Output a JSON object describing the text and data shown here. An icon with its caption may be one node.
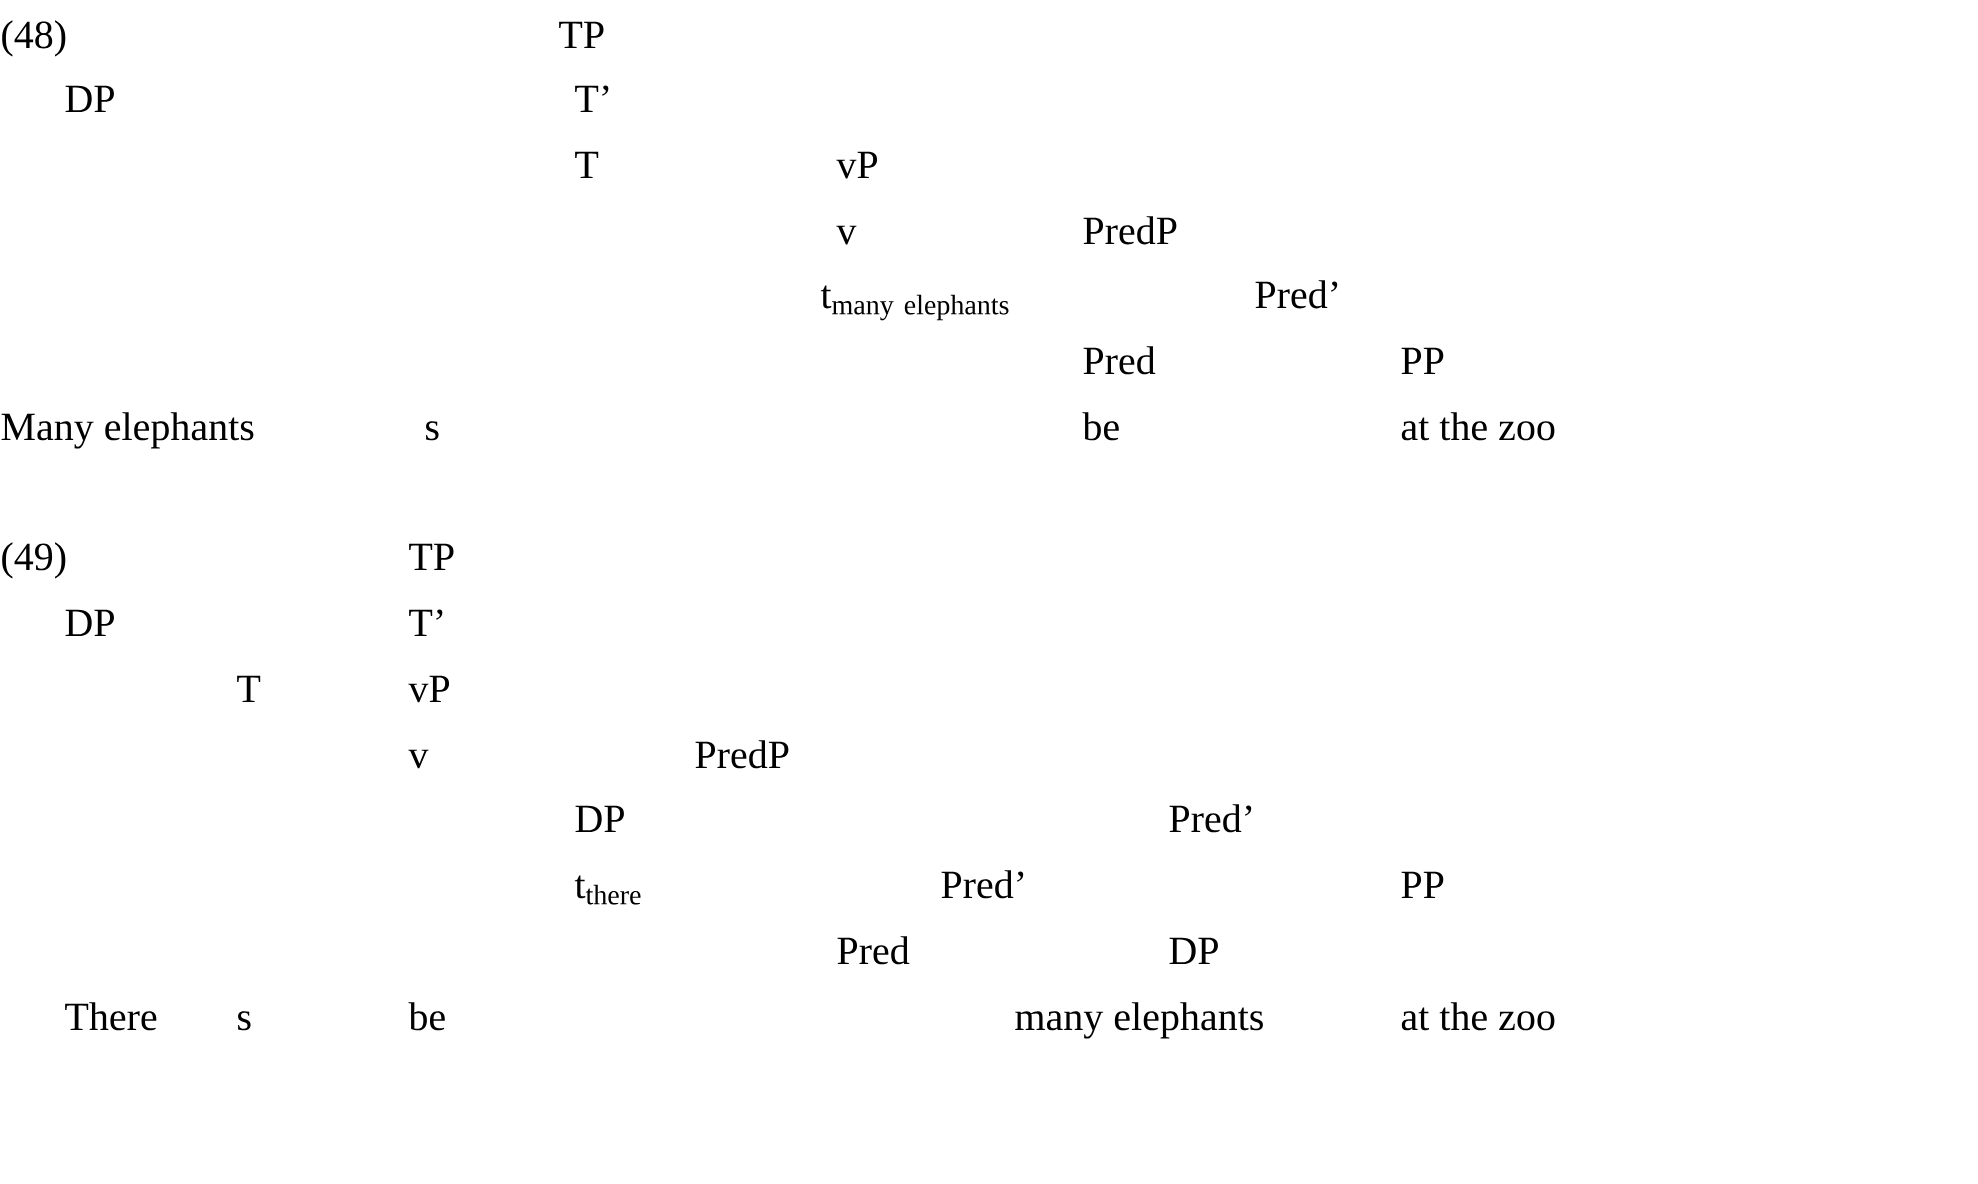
{
  "diagram": {
    "labels": [
      "(48)",
      "TP",
      "DP",
      "T’",
      "T",
      "vP",
      "v",
      "PredP",
      "\\mathrm{t}_{\\mathrm{many\\ elephants}}",
      "Pred’",
      "Pred",
      "PP",
      "Many elephants",
      "s",
      "be",
      "at the zoo",
      "(49)",
      "TP",
      "DP",
      "T’",
      "T",
      "vP",
      "v",
      "PredP",
      "DP",
      "Pred’",
      "\\mathrm{t}_{\\mathrm{there}}",
      "Pred’",
      "PP",
      "Pred",
      "DP",
      "There",
      "s",
      "be",
      "many elephants",
      "at the zoo"
    ]
  }
}
